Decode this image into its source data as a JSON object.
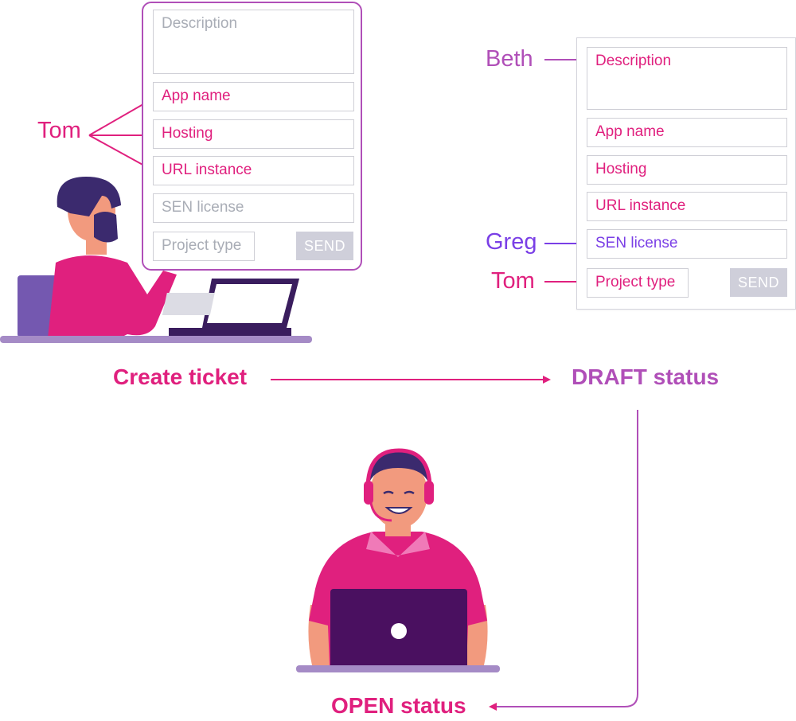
{
  "colors": {
    "pink": "#e0207e",
    "purple": "#b04fb8",
    "violet": "#7a3fe6",
    "placeholder_grey": "#a9adb6",
    "button_grey": "#cfcfda"
  },
  "create_form": {
    "description": "Description",
    "app_name": "App name",
    "hosting": "Hosting",
    "url_instance": "URL instance",
    "sen_license": "SEN license",
    "project_type": "Project type",
    "send": "SEND"
  },
  "draft_form": {
    "description": "Description",
    "app_name": "App name",
    "hosting": "Hosting",
    "url_instance": "URL instance",
    "sen_license": "SEN license",
    "project_type": "Project type",
    "send": "SEND"
  },
  "people": {
    "tom_create": "Tom",
    "beth": "Beth",
    "greg": "Greg",
    "tom_draft": "Tom"
  },
  "stages": {
    "create_ticket": "Create ticket",
    "draft_status": "DRAFT status",
    "open_status": "OPEN status"
  }
}
